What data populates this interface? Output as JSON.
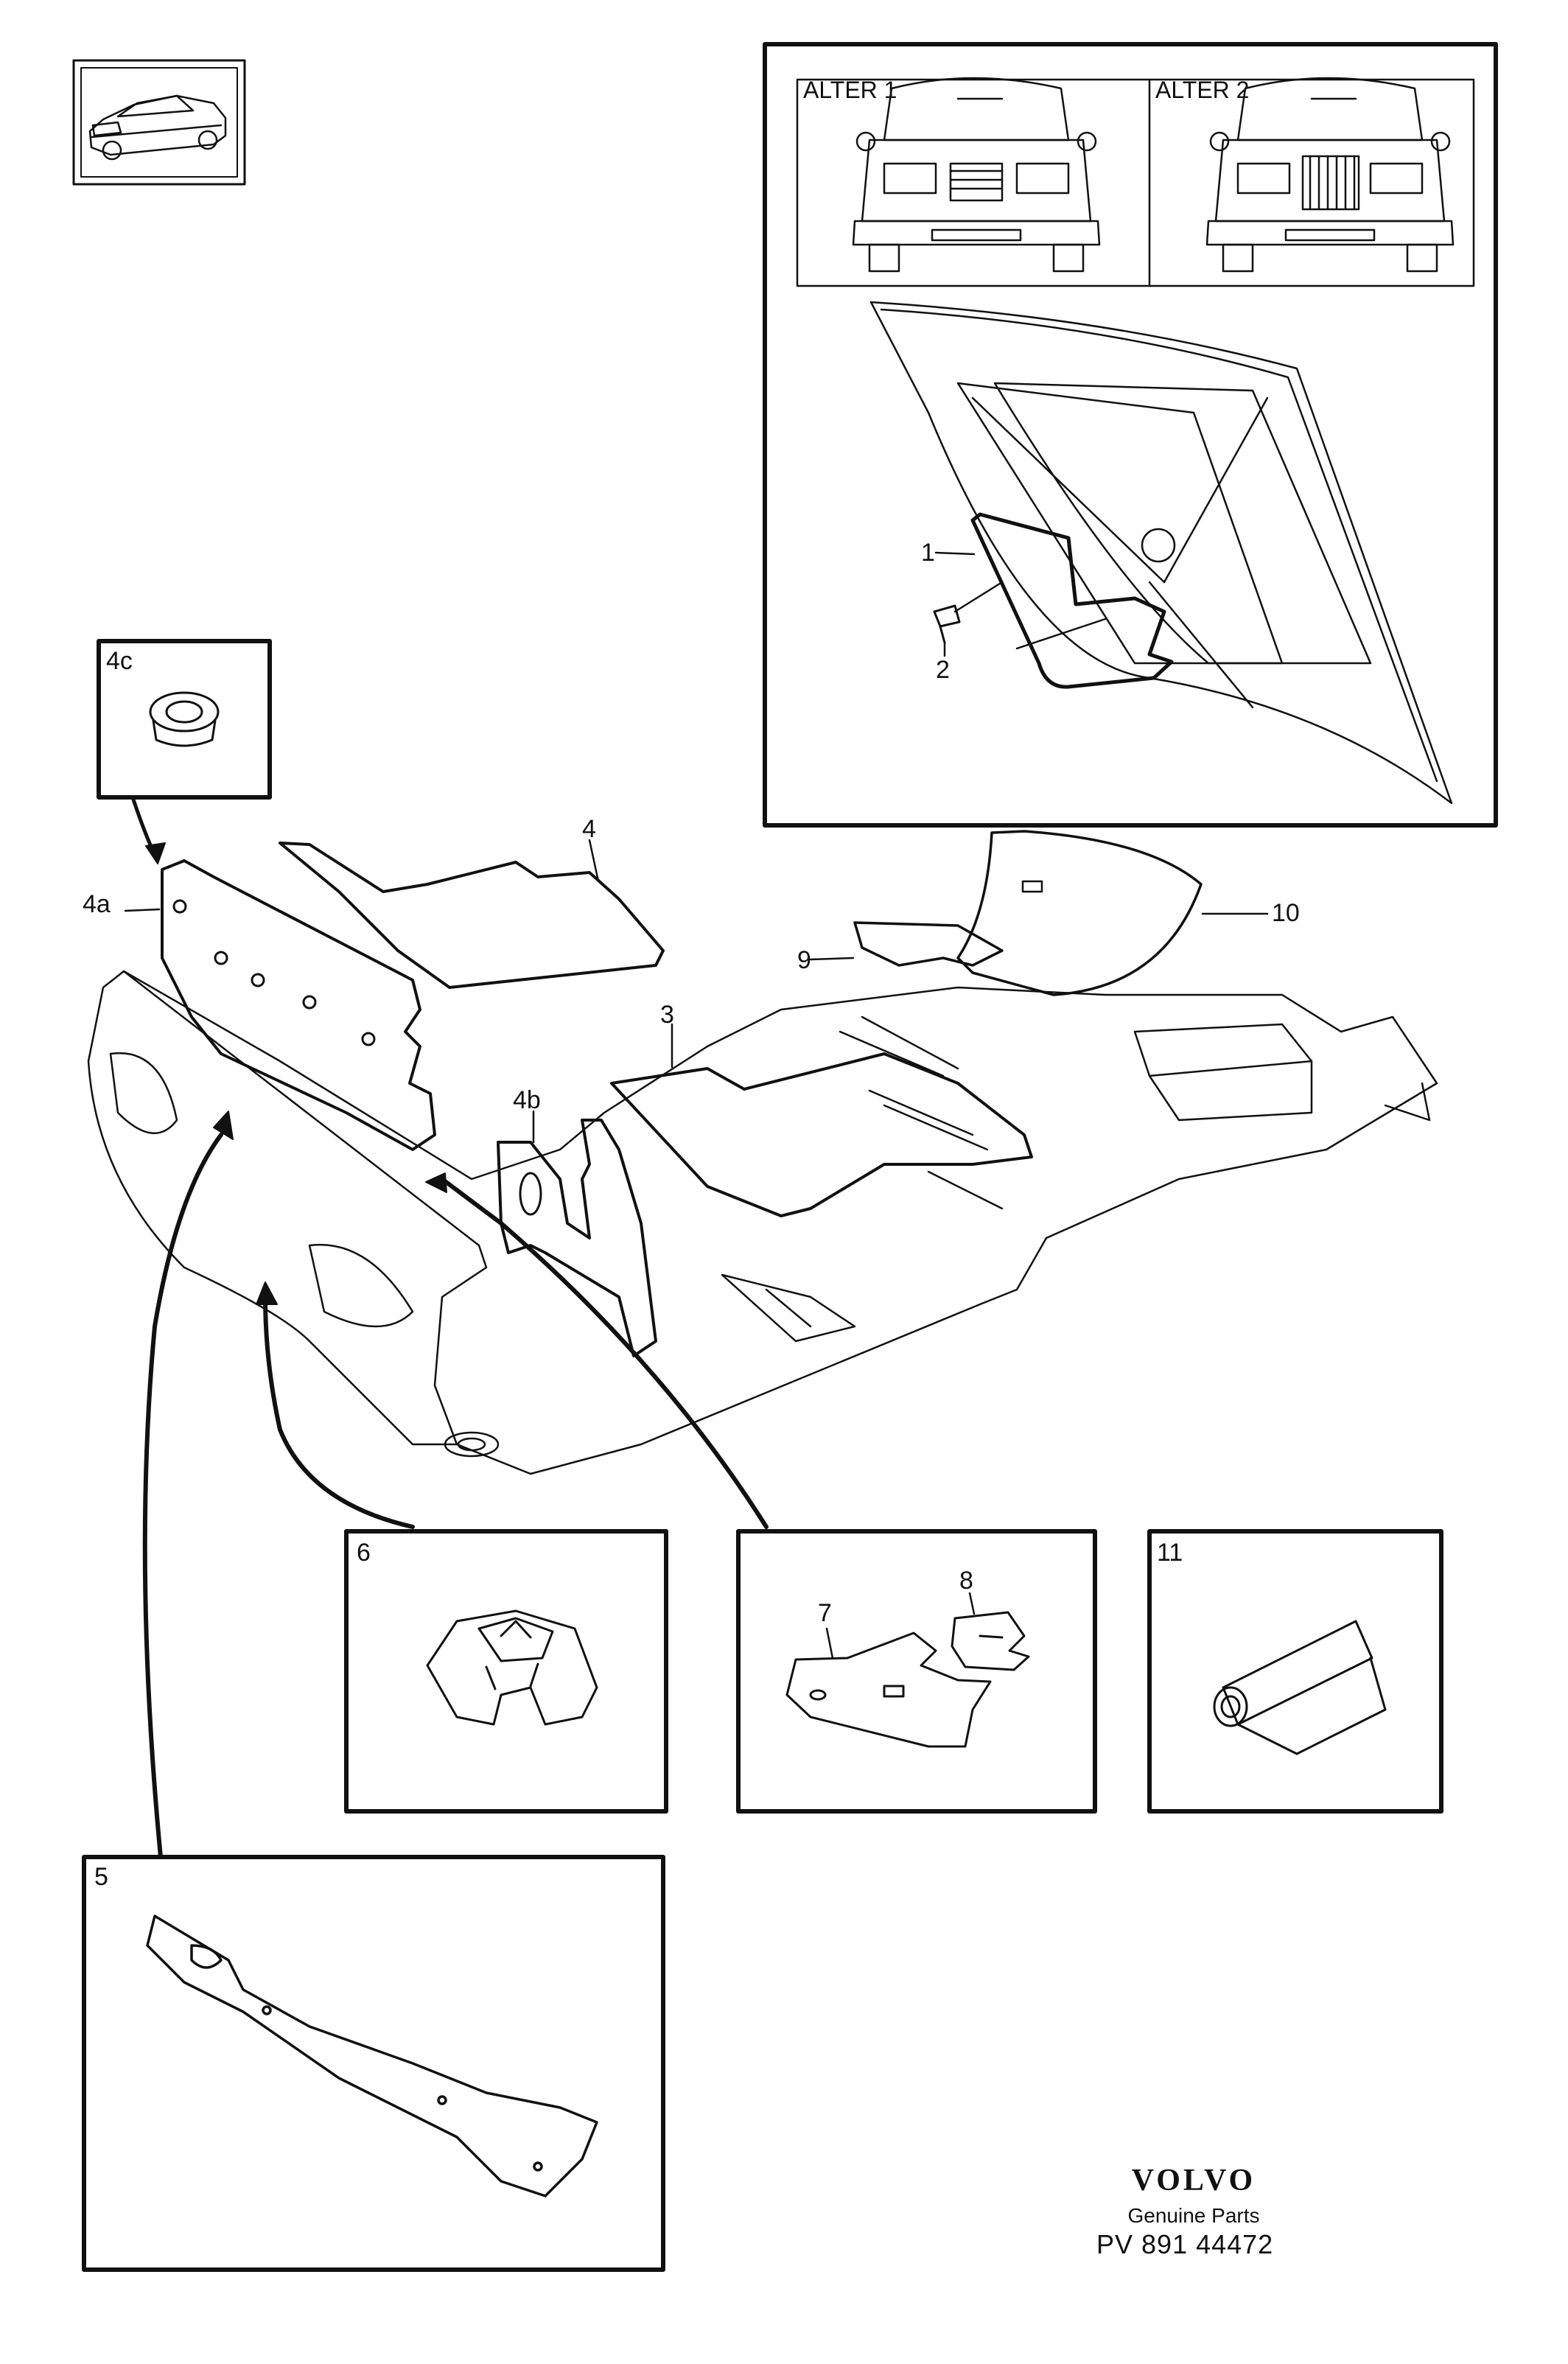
{
  "callouts": {
    "alter1": "ALTER 1",
    "alter2": "ALTER 2",
    "c1": "1",
    "c2": "2",
    "c3": "3",
    "c4": "4",
    "c4a": "4a",
    "c4b": "4b",
    "c4c": "4c",
    "c5": "5",
    "c6": "6",
    "c7": "7",
    "c8": "8",
    "c9": "9",
    "c10": "10",
    "c11": "11"
  },
  "brand": {
    "wordmark": "VOLVO",
    "tagline": "Genuine Parts"
  },
  "reference": "PV 891   44472",
  "icons": [
    "car-thumbnail-icon",
    "car-front-alter-1-icon",
    "car-front-alter-2-icon",
    "roll-insulation-icon",
    "grommet-icon"
  ]
}
